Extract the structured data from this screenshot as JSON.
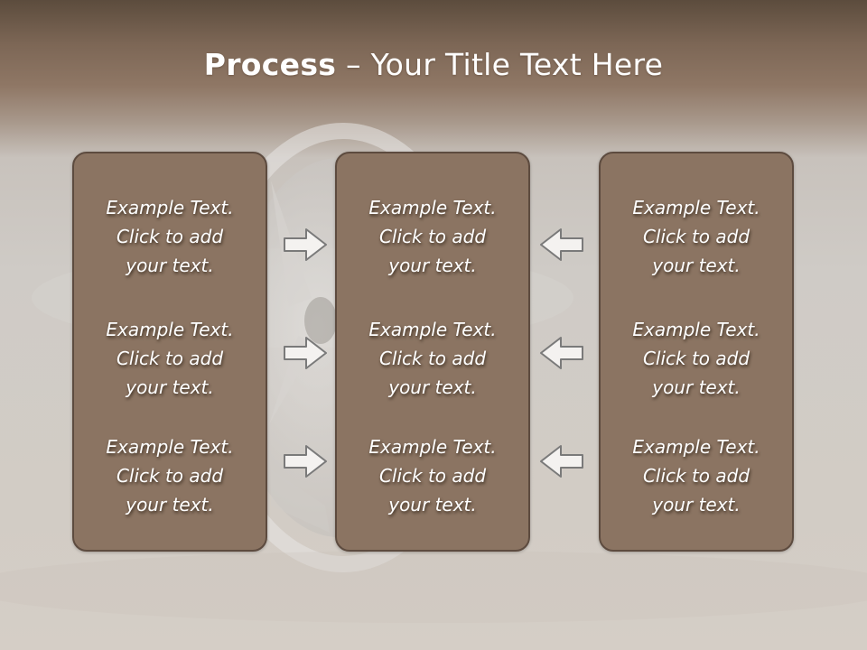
{
  "slide": {
    "title_bold": "Process",
    "title_rest": " – Your Title Text Here"
  },
  "columns": [
    {
      "items": [
        {
          "line1": "Example Text.",
          "line2": "Click  to add",
          "line3": "your text."
        },
        {
          "line1": "Example Text.",
          "line2": "Click  to add",
          "line3": "your text."
        },
        {
          "line1": "Example Text.",
          "line2": "Click  to add",
          "line3": "your text."
        }
      ]
    },
    {
      "items": [
        {
          "line1": "Example Text.",
          "line2": "Click  to add",
          "line3": "your text."
        },
        {
          "line1": "Example Text.",
          "line2": "Click  to add",
          "line3": "your text."
        },
        {
          "line1": "Example Text.",
          "line2": "Click  to add",
          "line3": "your text."
        }
      ]
    },
    {
      "items": [
        {
          "line1": "Example Text.",
          "line2": "Click  to add",
          "line3": "your text."
        },
        {
          "line1": "Example Text.",
          "line2": "Click  to add",
          "line3": "your text."
        },
        {
          "line1": "Example Text.",
          "line2": "Click  to add",
          "line3": "your text."
        }
      ]
    }
  ],
  "icons": {
    "left_arrows": "arrow-right-icon",
    "right_arrows": "arrow-left-icon"
  },
  "colors": {
    "box_fill": "#8b7462",
    "box_border": "#5d4b3f",
    "arrow_fill": "#f4f2f0",
    "arrow_stroke": "#7a7a7a",
    "title_text": "#ffffff"
  }
}
